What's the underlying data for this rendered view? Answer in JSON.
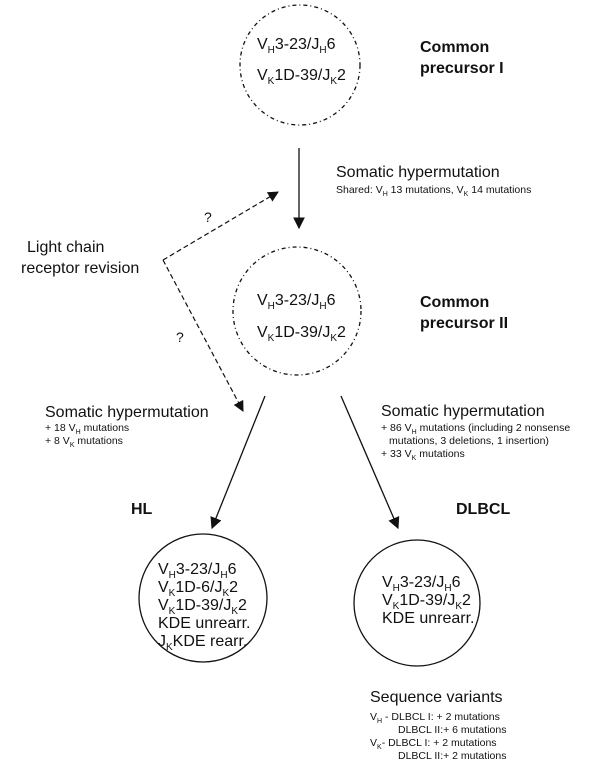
{
  "precursor1": {
    "title_line1": "Common",
    "title_line2": "precursor I",
    "vh": {
      "base": "V",
      "sub1": "H",
      "mid": "3-23/J",
      "sub2": "H",
      "end": "6"
    },
    "vk": {
      "base": "V",
      "sub1": "K",
      "mid": "1D-39/J",
      "sub2": "K",
      "end": "2"
    }
  },
  "shm1": {
    "title": "Somatic hypermutation",
    "shared_prefix": "Shared: V",
    "shared_sub1": "H",
    "shared_mid": " 13 mutations, V",
    "shared_sub2": "K",
    "shared_end": " 14 mutations"
  },
  "revision": {
    "line1": "Light chain",
    "line2": "receptor revision",
    "question1": "?",
    "question2": "?"
  },
  "precursor2": {
    "title_line1": "Common",
    "title_line2": "precursor II",
    "vh": {
      "base": "V",
      "sub1": "H",
      "mid": "3-23/J",
      "sub2": "H",
      "end": "6"
    },
    "vk": {
      "base": "V",
      "sub1": "K",
      "mid": "1D-39/J",
      "sub2": "K",
      "end": "2"
    }
  },
  "shm_left": {
    "title": "Somatic hypermutation",
    "line1_pre": "+ 18 V",
    "line1_sub": "H",
    "line1_post": " mutations",
    "line2_pre": "+ 8 V",
    "line2_sub": "K",
    "line2_post": " mutations"
  },
  "shm_right": {
    "title": "Somatic hypermutation",
    "line1_pre": "+ 86 V",
    "line1_sub": "H",
    "line1_post": " mutations (including 2 nonsense",
    "line2": "mutations, 3 deletions, 1 insertion)",
    "line3_pre": "+ 33 V",
    "line3_sub": "K",
    "line3_post": " mutations"
  },
  "hl": {
    "label": "HL",
    "vh": {
      "base": "V",
      "sub1": "H",
      "mid": "3-23/J",
      "sub2": "H",
      "end": "6"
    },
    "vk1": {
      "base": "V",
      "sub1": "K",
      "mid": "1D-6/J",
      "sub2": "K",
      "end": "2"
    },
    "vk2": {
      "base": "V",
      "sub1": "K",
      "mid": "1D-39/J",
      "sub2": "K",
      "end": "2"
    },
    "kde": "KDE unrearr.",
    "jk_base": "J",
    "jk_sub": "K",
    "jk_end": "KDE rearr."
  },
  "dlbcl": {
    "label": "DLBCL",
    "vh": {
      "base": "V",
      "sub1": "H",
      "mid": "3-23/J",
      "sub2": "H",
      "end": "6"
    },
    "vk": {
      "base": "V",
      "sub1": "K",
      "mid": "1D-39/J",
      "sub2": "K",
      "end": "2"
    },
    "kde": "KDE unrearr."
  },
  "variants": {
    "title": "Sequence variants",
    "vh_base": "V",
    "vh_sub": "H",
    "vh_line1": " - DLBCL I: + 2 mutations",
    "vh_line2": "DLBCL II:+ 6 mutations",
    "vk_base": "V",
    "vk_sub": "K",
    "vk_line1": "- DLBCL I: + 2 mutations",
    "vk_line2": "DLBCL II:+ 2 mutations"
  }
}
